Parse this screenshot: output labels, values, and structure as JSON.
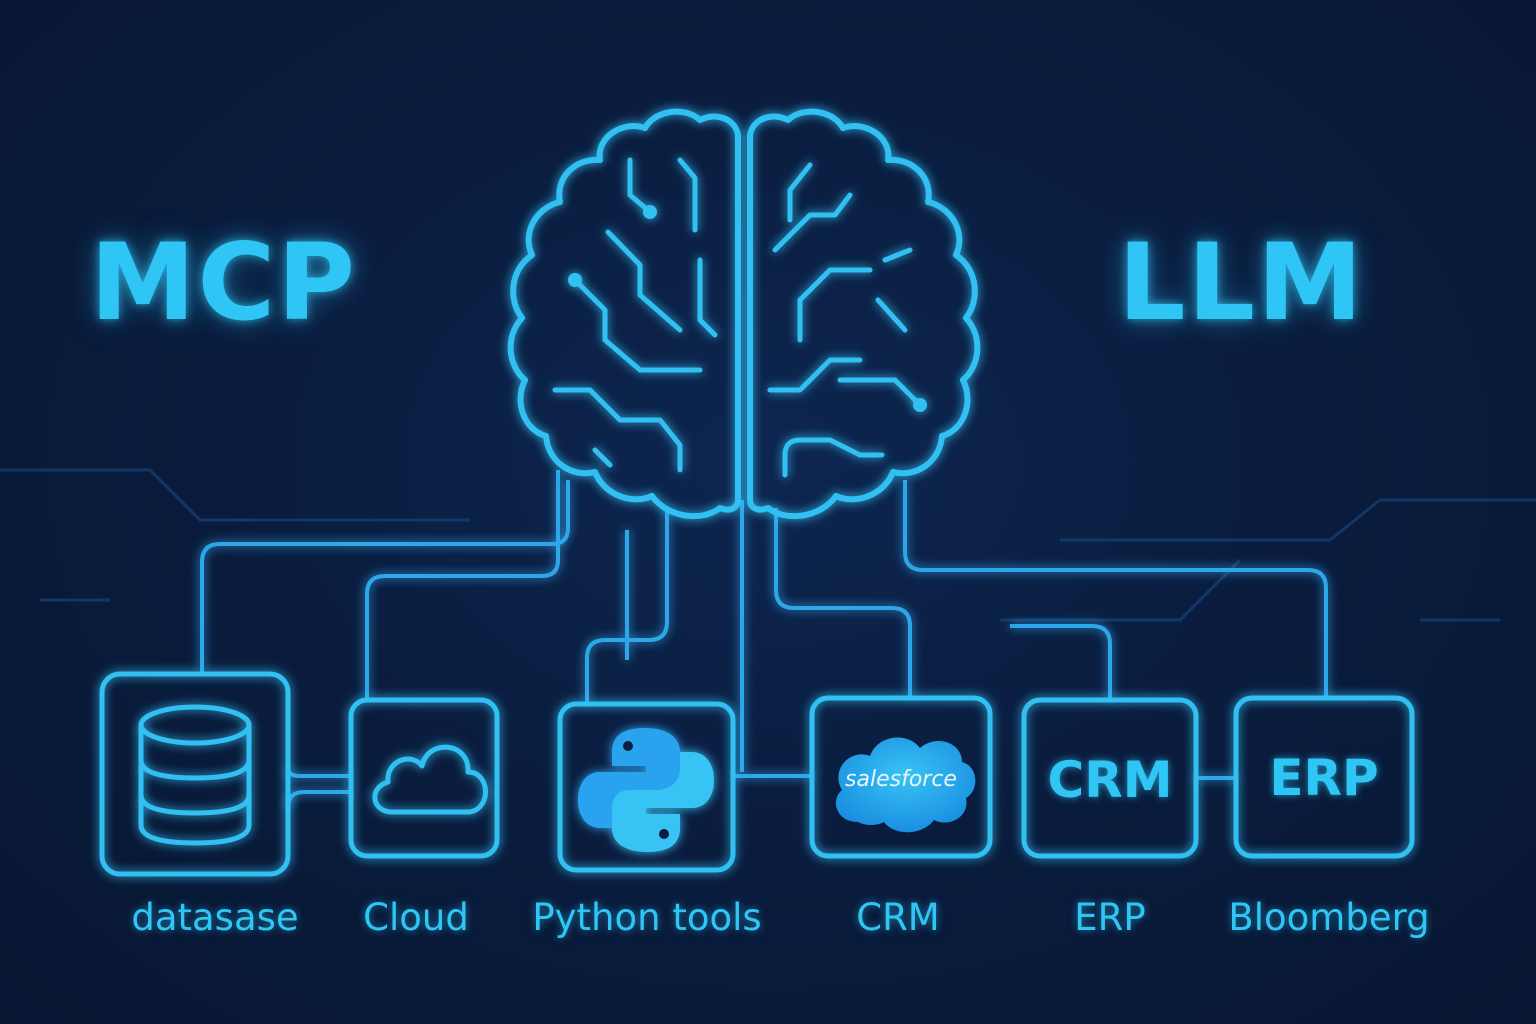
{
  "headline_left": "MCP",
  "headline_right": "LLM",
  "colors": {
    "neon": "#33bff2",
    "background": "#0a1d3f"
  },
  "center_icon": "brain-circuit-icon",
  "nodes": [
    {
      "icon": "database-icon",
      "caption": "datasase"
    },
    {
      "icon": "cloud-icon",
      "caption": "Cloud"
    },
    {
      "icon": "python-logo-icon",
      "caption": "Python tools"
    },
    {
      "icon": "salesforce-cloud-icon",
      "logo_text": "salesforce",
      "caption": "CRM"
    },
    {
      "icon": "crm-text-icon",
      "box_text": "CRM",
      "caption": "ERP"
    },
    {
      "icon": "erp-text-icon",
      "box_text": "ERP",
      "caption": "Bloomberg"
    }
  ]
}
